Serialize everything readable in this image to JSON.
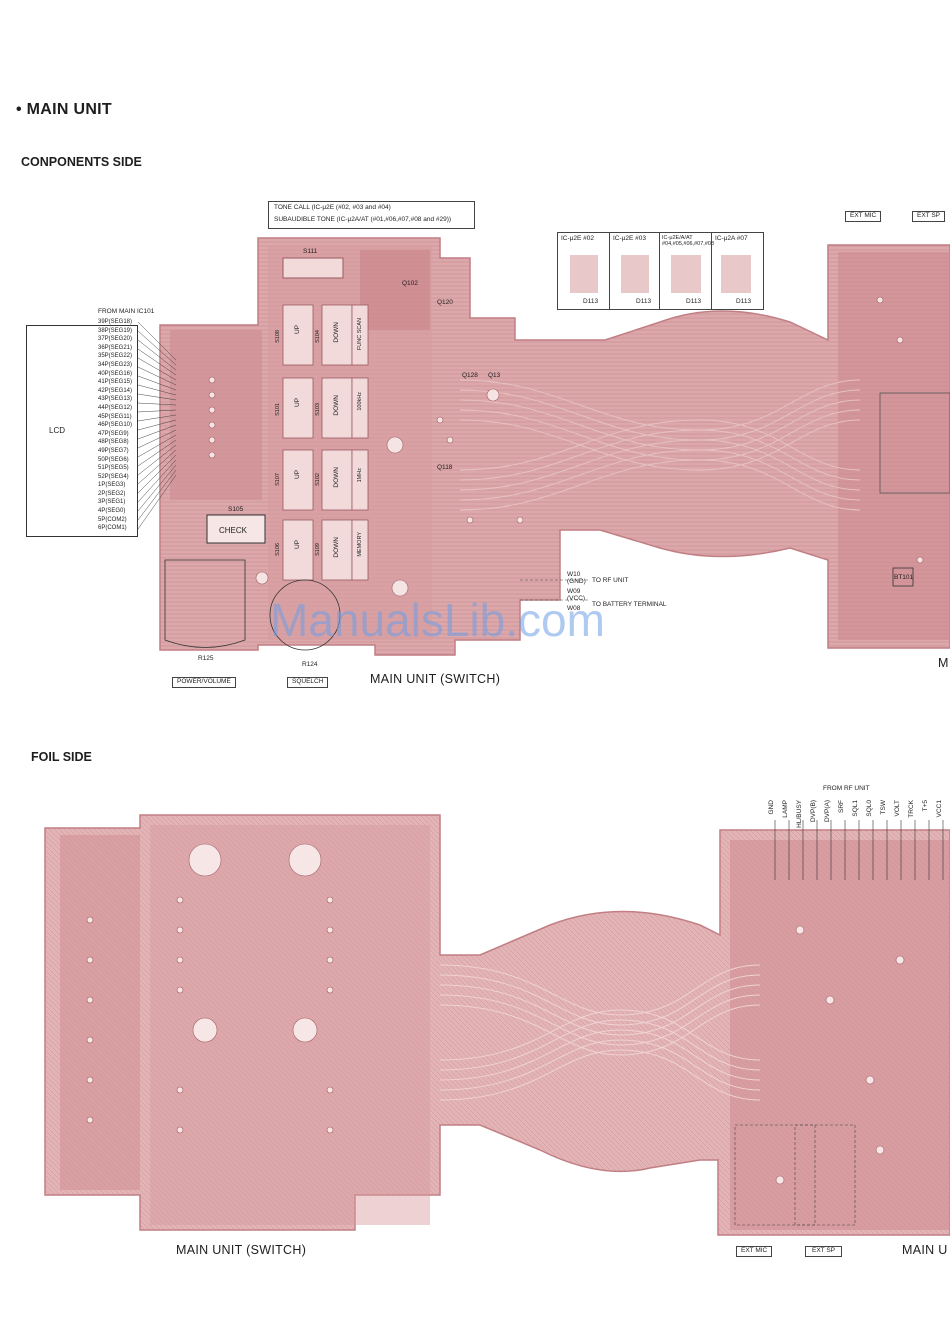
{
  "header": {
    "title": "• MAIN UNIT",
    "components_side": "CONPONENTS SIDE",
    "foil_side": "FOIL SIDE"
  },
  "legend": {
    "tone_call": "TONE CALL  (IC-μ2E (#02, #03 and #04)",
    "subaudible": "SUBAUDIBLE TONE (IC-μ2A/AT (#01,#06,#07,#08 and #29))",
    "variants": [
      "IC-μ2E #02",
      "IC-μ2E #03",
      "IC-μ2E/A/AT #04,#05,#06,#07,#08",
      "IC-μ2A #07"
    ],
    "d_labels": [
      "D113",
      "D113",
      "D113",
      "D113"
    ]
  },
  "lcd": {
    "label": "LCD",
    "from_main": "FROM MAIN IC101",
    "pins": [
      "39P(SEG18)",
      "38P(SEG19)",
      "37P(SEG20)",
      "36P(SEG21)",
      "35P(SEG22)",
      "34P(SEG23)",
      "40P(SEG16)",
      "41P(SEG15)",
      "42P(SEG14)",
      "43P(SEG13)",
      "44P(SEG12)",
      "45P(SEG11)",
      "46P(SEG10)",
      "47P(SEG9)",
      "48P(SEG8)",
      "49P(SEG7)",
      "50P(SEG6)",
      "51P(SEG5)",
      "52P(SEG4)",
      "1P(SEG3)",
      "2P(SEG2)",
      "3P(SEG1)",
      "4P(SEG0)",
      "5P(COM2)",
      "6P(COM1)"
    ]
  },
  "switches": {
    "s111": "S111",
    "keys": [
      "UP",
      "DOWN",
      "UP",
      "DOWN",
      "UP",
      "DOWN",
      "UP",
      "DOWN"
    ],
    "side_labels": [
      "FUNC SCAN",
      "100kHz",
      "1MHz",
      "MEMORY"
    ],
    "refs": [
      "S108",
      "S104",
      "S103",
      "S101",
      "S102",
      "S107",
      "S106",
      "S109"
    ],
    "check": "CHECK",
    "s105": "S105"
  },
  "components": {
    "q": [
      "Q102",
      "Q120",
      "Q128",
      "Q13",
      "Q118"
    ],
    "w": [
      "W10 (GND)",
      "W09 (VCC)",
      "W08"
    ],
    "misc": [
      "BT101"
    ]
  },
  "labels": {
    "to_rf_unit": "TO RF UNIT",
    "to_battery": "TO BATTERY TERMINAL",
    "r125": "R125",
    "r124": "R124",
    "power_volume": "POWER/VOLUME",
    "squelch": "SQUELCH",
    "main_switch_top": "MAIN UNIT (SWITCH)",
    "main_switch_bottom": "MAIN UNIT (SWITCH)",
    "ext_mic_top": "EXT MIC",
    "ext_sp_top": "EXT SP",
    "m_top": "M",
    "from_rf_unit": "FROM RF UNIT",
    "rf_pins": [
      "GND",
      "LAMP",
      "HL/BUSY",
      "DVP(B)",
      "DVP(A)",
      "SRF",
      "SQL1",
      "SQL0",
      "TSW",
      "VOLT",
      "TRCK",
      "T+5",
      "VCC1"
    ],
    "ext_mic_bottom": "EXT MIC",
    "ext_sp_bottom": "EXT SP",
    "main_unit_bottom": "MAIN U"
  },
  "watermark": "ManualsLib.com",
  "colors": {
    "board": "#dca8ab",
    "copper": "#c87b80",
    "trace": "#d58c91",
    "pad": "#f3e2e2"
  }
}
